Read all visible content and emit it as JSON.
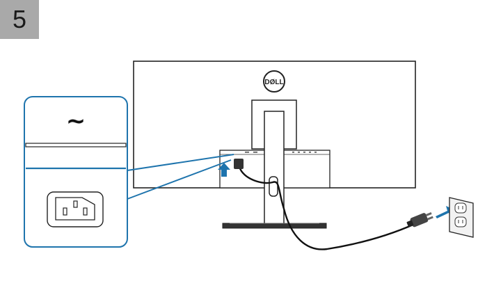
{
  "step": {
    "number": "5"
  },
  "brand": {
    "logo_text": "DØLL"
  },
  "callout": {
    "ac_symbol": "~"
  },
  "colors": {
    "step_badge": "#a9a9a9",
    "accent_blue": "#1e74ad",
    "line": "#222222",
    "outlet_plate": "#f2f2f2"
  },
  "icons": [
    "monitor-back-diagram",
    "ac-power-symbol",
    "iec-c14-inlet-icon",
    "power-cable",
    "wall-outlet-icon",
    "insert-arrow-icon"
  ]
}
